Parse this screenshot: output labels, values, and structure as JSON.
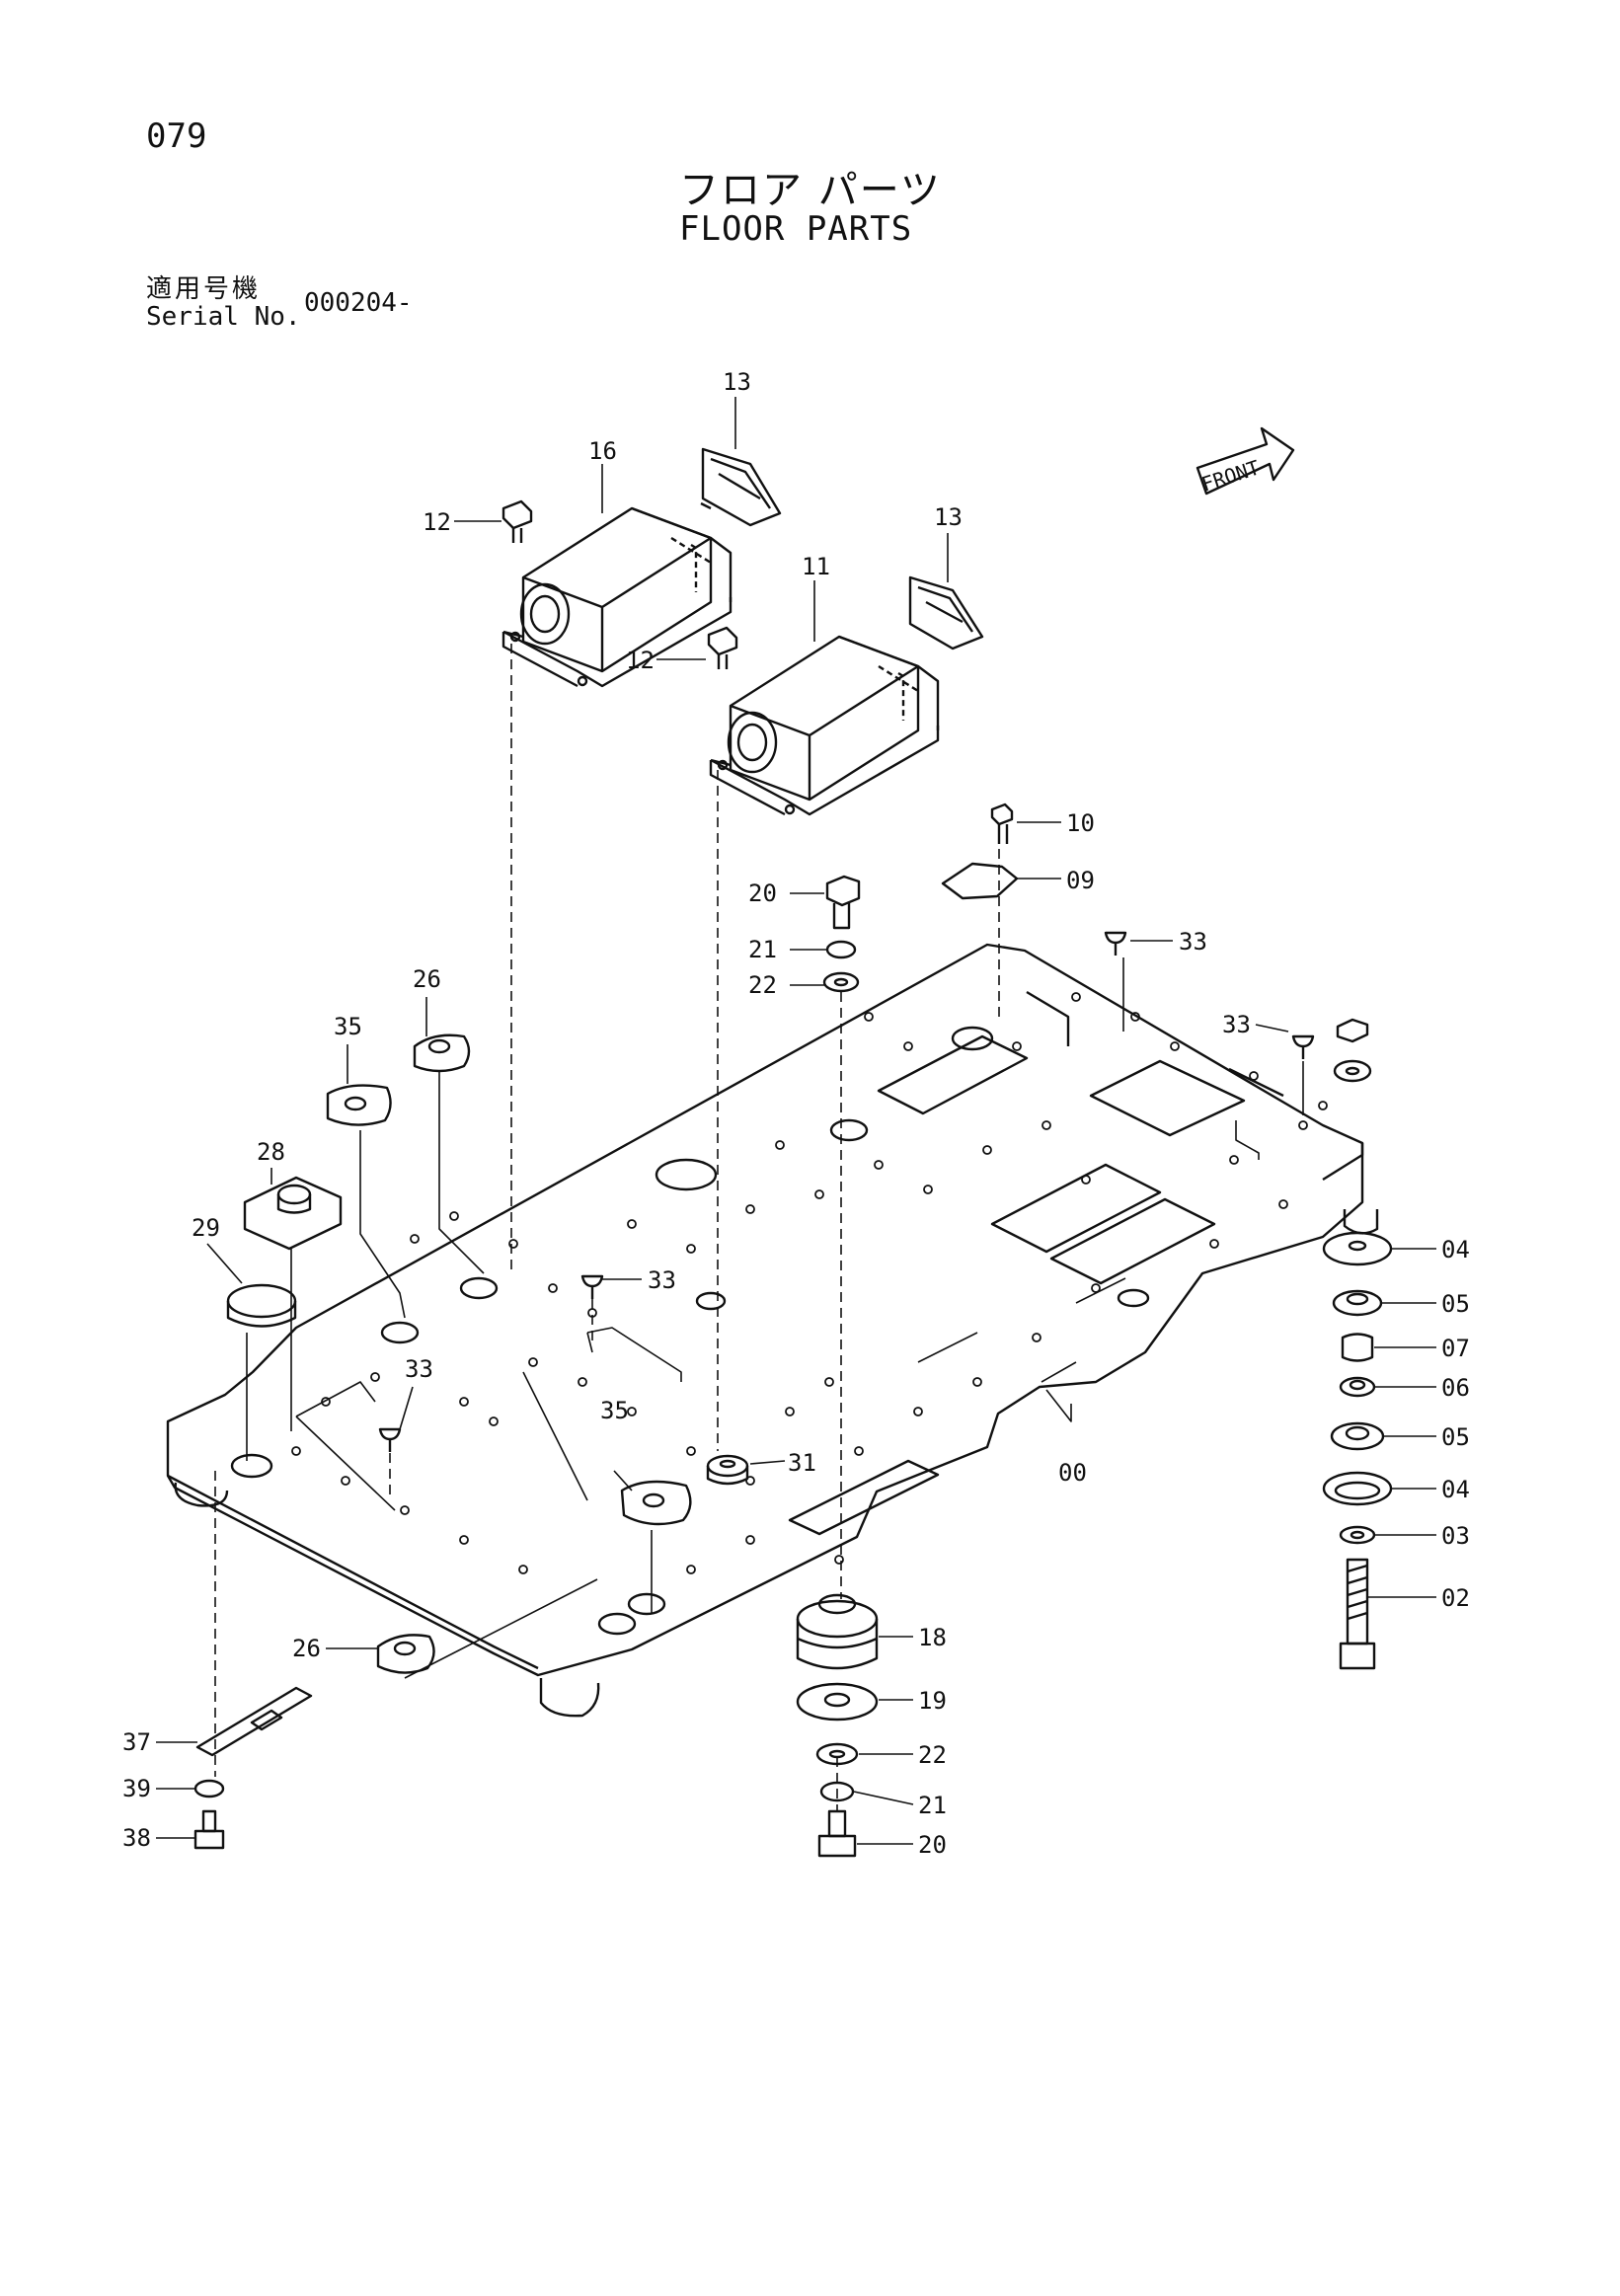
{
  "header": {
    "page_number": "079",
    "title_jp": "フロア パーツ",
    "title_en": "FLOOR PARTS",
    "serial_label_jp": "適用号機",
    "serial_label_en": "Serial No.",
    "serial_value": "000204-"
  },
  "diagram": {
    "front_label": "FRONT",
    "callouts": [
      {
        "id": "c-13a",
        "label": "13"
      },
      {
        "id": "c-16",
        "label": "16"
      },
      {
        "id": "c-12a",
        "label": "12"
      },
      {
        "id": "c-13b",
        "label": "13"
      },
      {
        "id": "c-11",
        "label": "11"
      },
      {
        "id": "c-12b",
        "label": "12"
      },
      {
        "id": "c-10",
        "label": "10"
      },
      {
        "id": "c-09",
        "label": "09"
      },
      {
        "id": "c-20a",
        "label": "20"
      },
      {
        "id": "c-21a",
        "label": "21"
      },
      {
        "id": "c-22a",
        "label": "22"
      },
      {
        "id": "c-33a",
        "label": "33"
      },
      {
        "id": "c-33b",
        "label": "33"
      },
      {
        "id": "c-26a",
        "label": "26"
      },
      {
        "id": "c-35a",
        "label": "35"
      },
      {
        "id": "c-28",
        "label": "28"
      },
      {
        "id": "c-29",
        "label": "29"
      },
      {
        "id": "c-33c",
        "label": "33"
      },
      {
        "id": "c-33d",
        "label": "33"
      },
      {
        "id": "c-35b",
        "label": "35"
      },
      {
        "id": "c-31",
        "label": "31"
      },
      {
        "id": "c-00",
        "label": "00"
      },
      {
        "id": "c-04a",
        "label": "04"
      },
      {
        "id": "c-05a",
        "label": "05"
      },
      {
        "id": "c-07",
        "label": "07"
      },
      {
        "id": "c-06",
        "label": "06"
      },
      {
        "id": "c-05b",
        "label": "05"
      },
      {
        "id": "c-04b",
        "label": "04"
      },
      {
        "id": "c-03",
        "label": "03"
      },
      {
        "id": "c-02",
        "label": "02"
      },
      {
        "id": "c-18",
        "label": "18"
      },
      {
        "id": "c-19",
        "label": "19"
      },
      {
        "id": "c-22b",
        "label": "22"
      },
      {
        "id": "c-21b",
        "label": "21"
      },
      {
        "id": "c-20b",
        "label": "20"
      },
      {
        "id": "c-26b",
        "label": "26"
      },
      {
        "id": "c-37",
        "label": "37"
      },
      {
        "id": "c-39",
        "label": "39"
      },
      {
        "id": "c-38",
        "label": "38"
      }
    ]
  }
}
